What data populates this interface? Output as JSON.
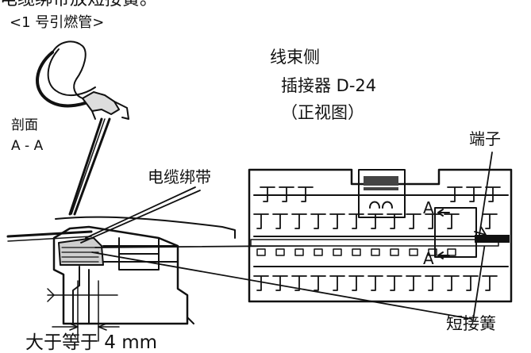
{
  "labels": {
    "top_cut": "电缆绑带放短接簧。",
    "tube": "<1 号引燃管>",
    "harness_side": "线束侧",
    "connector": "插接器 D-24",
    "front_view": "（正视图）",
    "terminal": "端子",
    "section_title": "剖面",
    "section_ref": "A - A",
    "cable_tie": "电缆绑带",
    "a_upper": "A",
    "a_lower": "A",
    "short_spring": "短接簧",
    "dimension": "大于等于 4 mm"
  }
}
